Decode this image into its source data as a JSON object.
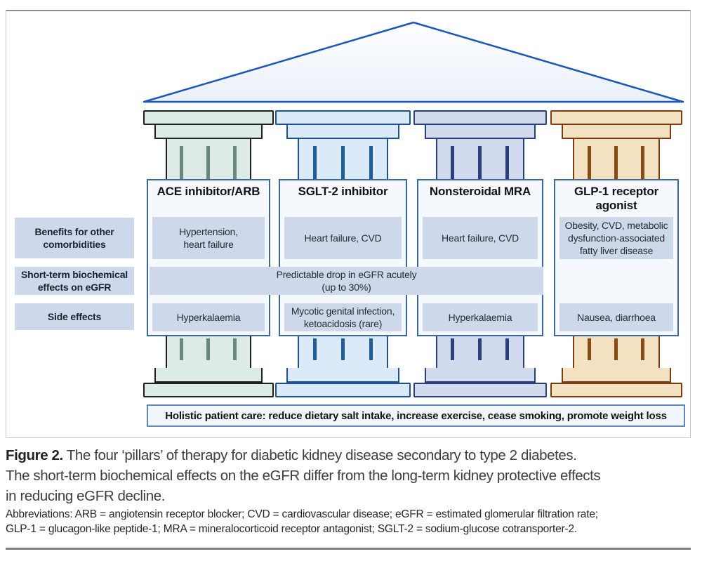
{
  "palette": {
    "cell_bg": "#cdd9ea",
    "panel_bg": "#f5f8fc",
    "panel_border": "#3c66a2",
    "roof_stroke": "#1d57b6",
    "holistic_border": "#5f87ba",
    "frame_border": "#c6c6c6",
    "bottom_rule": "#7d7d7d",
    "pillar_ace": {
      "fill": "#dcebe3",
      "border": "#1f201f",
      "flute": "#69877d"
    },
    "pillar_sglt2": {
      "fill": "#dbeaf8",
      "border": "#20518f",
      "flute": "#1d5d99"
    },
    "pillar_mra": {
      "fill": "#d2dbee",
      "border": "#2c3f7d",
      "flute": "#2b3e7c"
    },
    "pillar_glp1": {
      "fill": "#f2e2c2",
      "border": "#7d3b12",
      "flute": "#8a4a16"
    }
  },
  "diagram": {
    "row_labels": [
      "Benefits for other\ncomorbidities",
      "Short-term biochemical\neffects on eGFR",
      "Side effects"
    ],
    "pillars": [
      {
        "title": "ACE inhibitor/ARB",
        "benefits": "Hypertension,\nheart failure",
        "side_effects": "Hyperkalaemia"
      },
      {
        "title": "SGLT-2 inhibitor",
        "benefits": "Heart failure, CVD",
        "side_effects": "Mycotic genital infection,\nketoacidosis (rare)"
      },
      {
        "title": "Nonsteroidal MRA",
        "benefits": "Heart failure, CVD",
        "side_effects": "Hyperkalaemia"
      },
      {
        "title": "GLP-1 receptor\nagonist",
        "benefits": "Obesity, CVD, metabolic\ndysfunction-associated\nfatty liver disease",
        "side_effects": "Nausea, diarrhoea"
      }
    ],
    "egfr_band": "Predictable drop in eGFR acutely\n(up to 30%)",
    "holistic_bar": "Holistic patient care: reduce dietary salt intake, increase exercise, cease smoking, promote weight loss"
  },
  "caption": {
    "label": "Figure 2.",
    "line1_rest": " The four ‘pillars’ of therapy for diabetic kidney disease secondary to type 2 diabetes.",
    "line2": "The short-term biochemical effects on the eGFR differ from the long-term kidney protective effects",
    "line3": "in reducing eGFR decline."
  },
  "abbreviations": {
    "line1": "Abbreviations: ARB = angiotensin receptor blocker; CVD = cardiovascular disease; eGFR = estimated glomerular filtration rate;",
    "line2": "GLP-1 = glucagon-like peptide-1; MRA = mineralocorticoid receptor antagonist; SGLT-2 = sodium-glucose cotransporter-2."
  }
}
